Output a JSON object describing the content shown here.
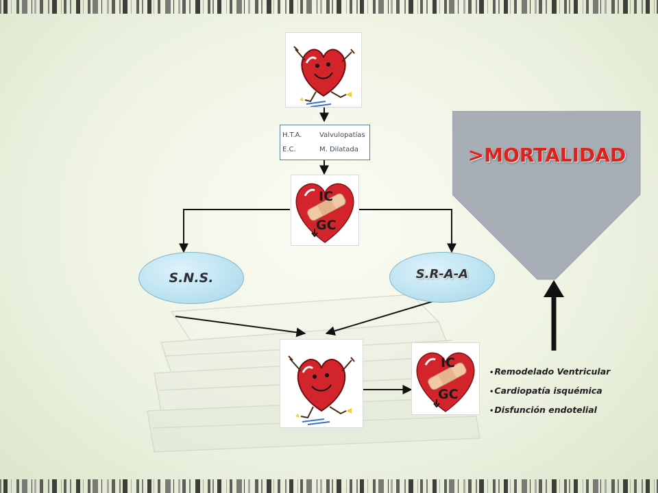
{
  "top_conditions": {
    "row1_left": "H.T.A.",
    "row1_right": "Valvulopatías",
    "row2_left": "E.C.",
    "row2_right": "M. Dilatada"
  },
  "center_heart": {
    "line1": "IC",
    "line2": "GC"
  },
  "left_node": "S.N.S.",
  "right_node": "S.R-A-A",
  "bottom_heart": {
    "line1": "IC",
    "line2": "GC"
  },
  "funnel_label": ">MORTALIDAD",
  "consequences": [
    "Remodelado Ventricular",
    "Cardiopatía isquémica",
    "Disfunción endotelial"
  ],
  "colors": {
    "funnel": "#a7aeb5",
    "heart": "#d4242b",
    "arrow": "#111111",
    "node_fill": "#b6dfee",
    "mortality_text": "#e0201b"
  }
}
